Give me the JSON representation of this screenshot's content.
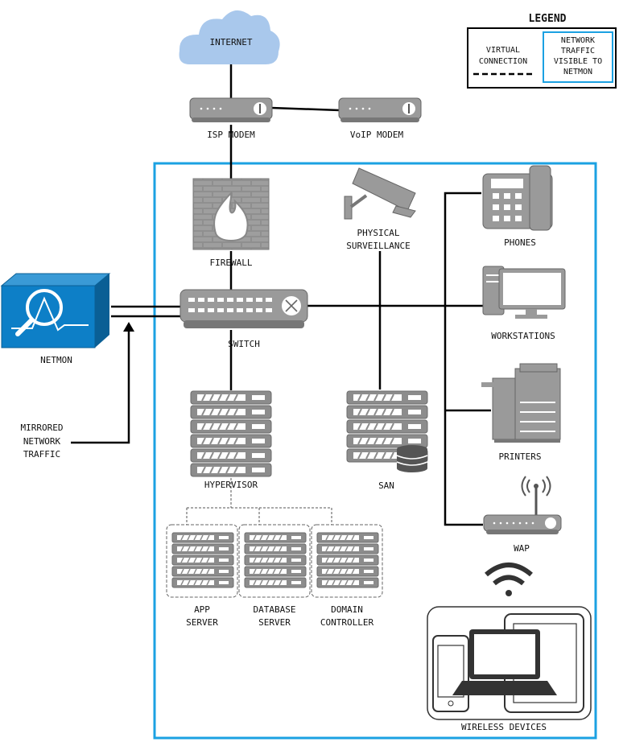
{
  "legend": {
    "title": "LEGEND",
    "virtual_line1": "VIRTUAL",
    "virtual_line2": "CONNECTION",
    "visible_line1": "NETWORK",
    "visible_line2": "TRAFFIC",
    "visible_line3": "VISIBLE TO",
    "visible_line4": "NETMON"
  },
  "nodes": {
    "internet": "INTERNET",
    "isp_modem": "ISP MODEM",
    "voip_modem": "VoIP MODEM",
    "firewall": "FIREWALL",
    "surveillance_line1": "PHYSICAL",
    "surveillance_line2": "SURVEILLANCE",
    "phones": "PHONES",
    "switch": "SWITCH",
    "workstations": "WORKSTATIONS",
    "netmon": "NETMON",
    "mirrored_line1": "MIRRORED",
    "mirrored_line2": "NETWORK",
    "mirrored_line3": "TRAFFIC",
    "hypervisor": "HYPERVISOR",
    "san": "SAN",
    "printers": "PRINTERS",
    "wap": "WAP",
    "app_line1": "APP",
    "app_line2": "SERVER",
    "db_line1": "DATABASE",
    "db_line2": "SERVER",
    "dc_line1": "DOMAIN",
    "dc_line2": "CONTROLLER",
    "wireless": "WIRELESS DEVICES"
  },
  "colors": {
    "boundary": "#1ba1e2",
    "cloud": "#a9c8ec",
    "device_gray": "#9a9a9a",
    "device_dark": "#555555",
    "netmon_blue": "#0d7fc7"
  }
}
